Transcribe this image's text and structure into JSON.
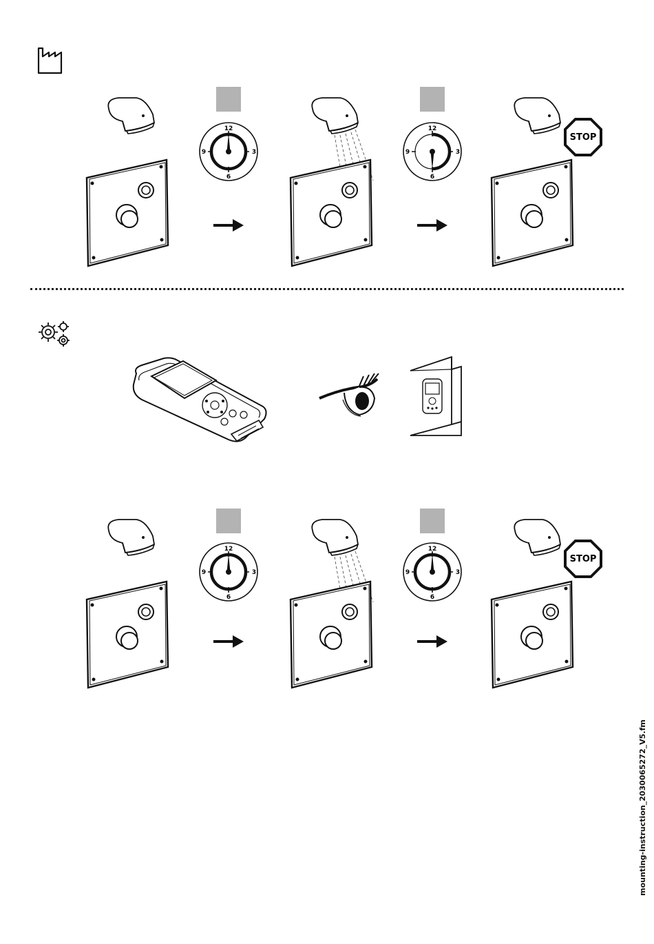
{
  "sections": {
    "factory": {
      "icon": "factory-icon",
      "clock_labels": [
        "12",
        "3",
        "6",
        "9"
      ],
      "stop_label": "STOP"
    },
    "settings": {
      "icon": "gears-icon",
      "clock_labels": [
        "12",
        "3",
        "6",
        "9"
      ],
      "stop_label": "STOP"
    }
  },
  "footer": {
    "filename": "mounting-instruction_2030065272_V5.fm"
  },
  "colors": {
    "line": "#111111",
    "indicator_gray": "#b3b3b3"
  }
}
